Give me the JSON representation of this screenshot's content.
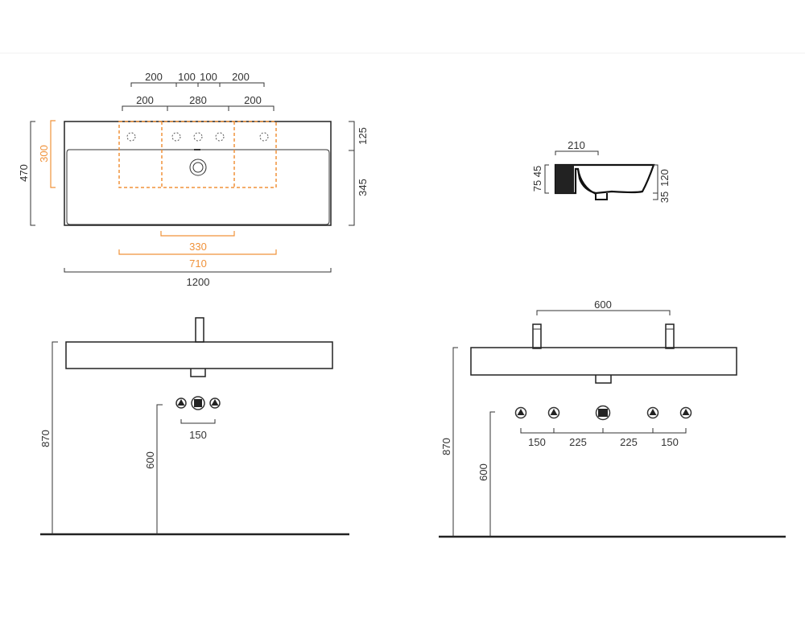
{
  "plan_view": {
    "top_row": [
      "200",
      "100",
      "100",
      "200"
    ],
    "second_row": [
      "200",
      "280",
      "200"
    ],
    "depth_total": "470",
    "cabinet_depth": "300",
    "deck_depth": "125",
    "basin_depth": "345",
    "inner_width": "330",
    "cabinet_width": "710",
    "total_width": "1200"
  },
  "section_view": {
    "top_width": "210",
    "left_heights": "75 45",
    "right_height": "120",
    "drain_height": "35"
  },
  "front_left": {
    "height_top": "870",
    "height_pipes": "600",
    "pipe_spacing": "150"
  },
  "front_right": {
    "faucet_spacing": "600",
    "height_top": "870",
    "height_pipes": "600",
    "pipe_spacings": [
      "150",
      "225",
      "225",
      "150"
    ]
  },
  "colors": {
    "line": "#333333",
    "accent": "#f0923a"
  }
}
